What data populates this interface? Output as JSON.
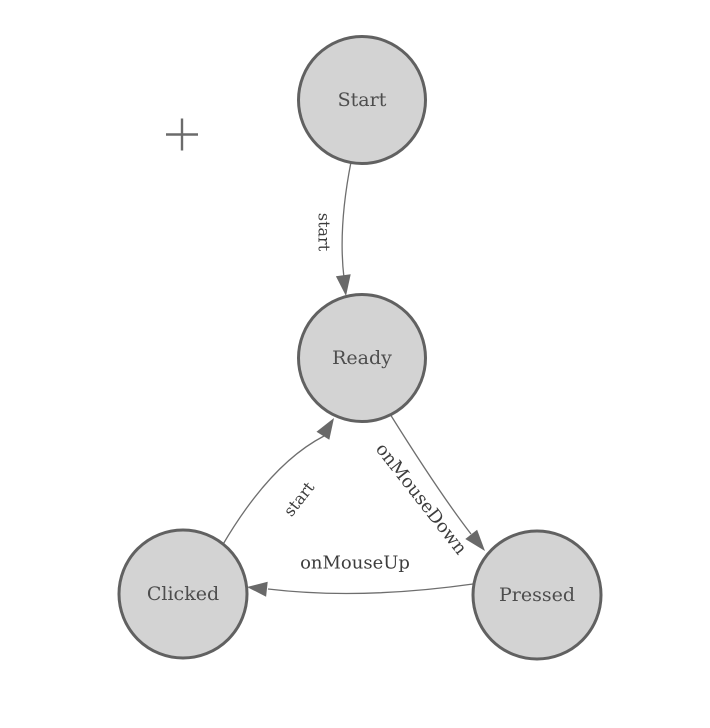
{
  "diagram": {
    "nodes": [
      {
        "id": "start",
        "label": "Start"
      },
      {
        "id": "ready",
        "label": "Ready"
      },
      {
        "id": "clicked",
        "label": "Clicked"
      },
      {
        "id": "pressed",
        "label": "Pressed"
      }
    ],
    "edges": [
      {
        "label": "start",
        "from": "Start",
        "to": "Ready"
      },
      {
        "label": "onMouseDown",
        "from": "Ready",
        "to": "Pressed"
      },
      {
        "label": "onMouseUp",
        "from": "Pressed",
        "to": "Clicked"
      },
      {
        "label": "start",
        "from": "Clicked",
        "to": "Ready"
      }
    ],
    "icons": {
      "crosshair": "+"
    },
    "colors": {
      "background": "#ffffff",
      "node_fill": "#d3d3d3",
      "node_border": "#616161",
      "edge_line": "#6e6e6e",
      "arrowhead": "#696969",
      "node_text": "#4d4d4d",
      "edge_text": "#3d3d3d",
      "crosshair": "#6b6b6b"
    }
  }
}
